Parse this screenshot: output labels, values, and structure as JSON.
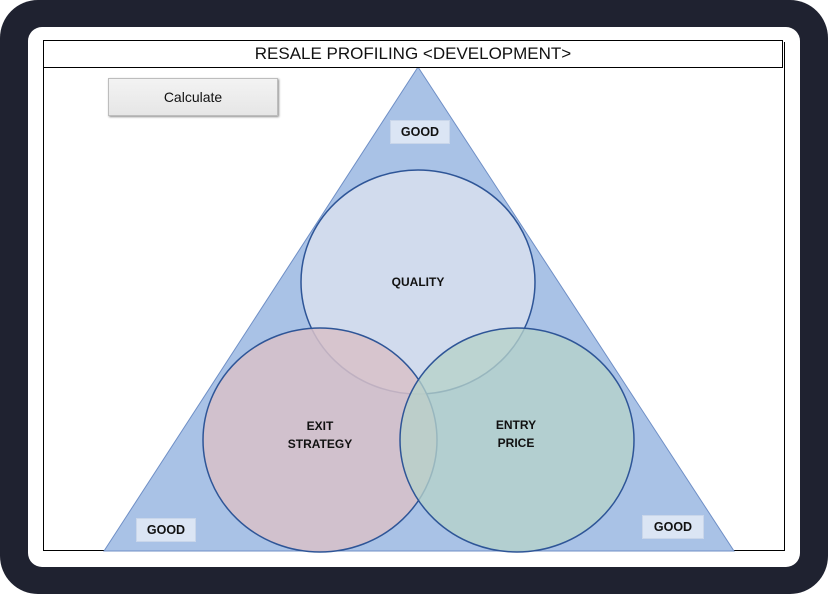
{
  "title": "RESALE PROFILING <DEVELOPMENT>",
  "calculate_button": "Calculate",
  "ratings": {
    "top": "GOOD",
    "bottom_left": "GOOD",
    "bottom_right": "GOOD"
  },
  "circles": {
    "quality": "QUALITY",
    "exit_line1": "EXIT",
    "exit_line2": "STRATEGY",
    "entry_line1": "ENTRY",
    "entry_line2": "PRICE"
  },
  "colors": {
    "triangle": "#a9c2e6",
    "quality_circle": "#d3dced",
    "exit_circle": "#d8c1c8",
    "entry_circle": "#b6d2c9",
    "outline": "#2e5597"
  }
}
